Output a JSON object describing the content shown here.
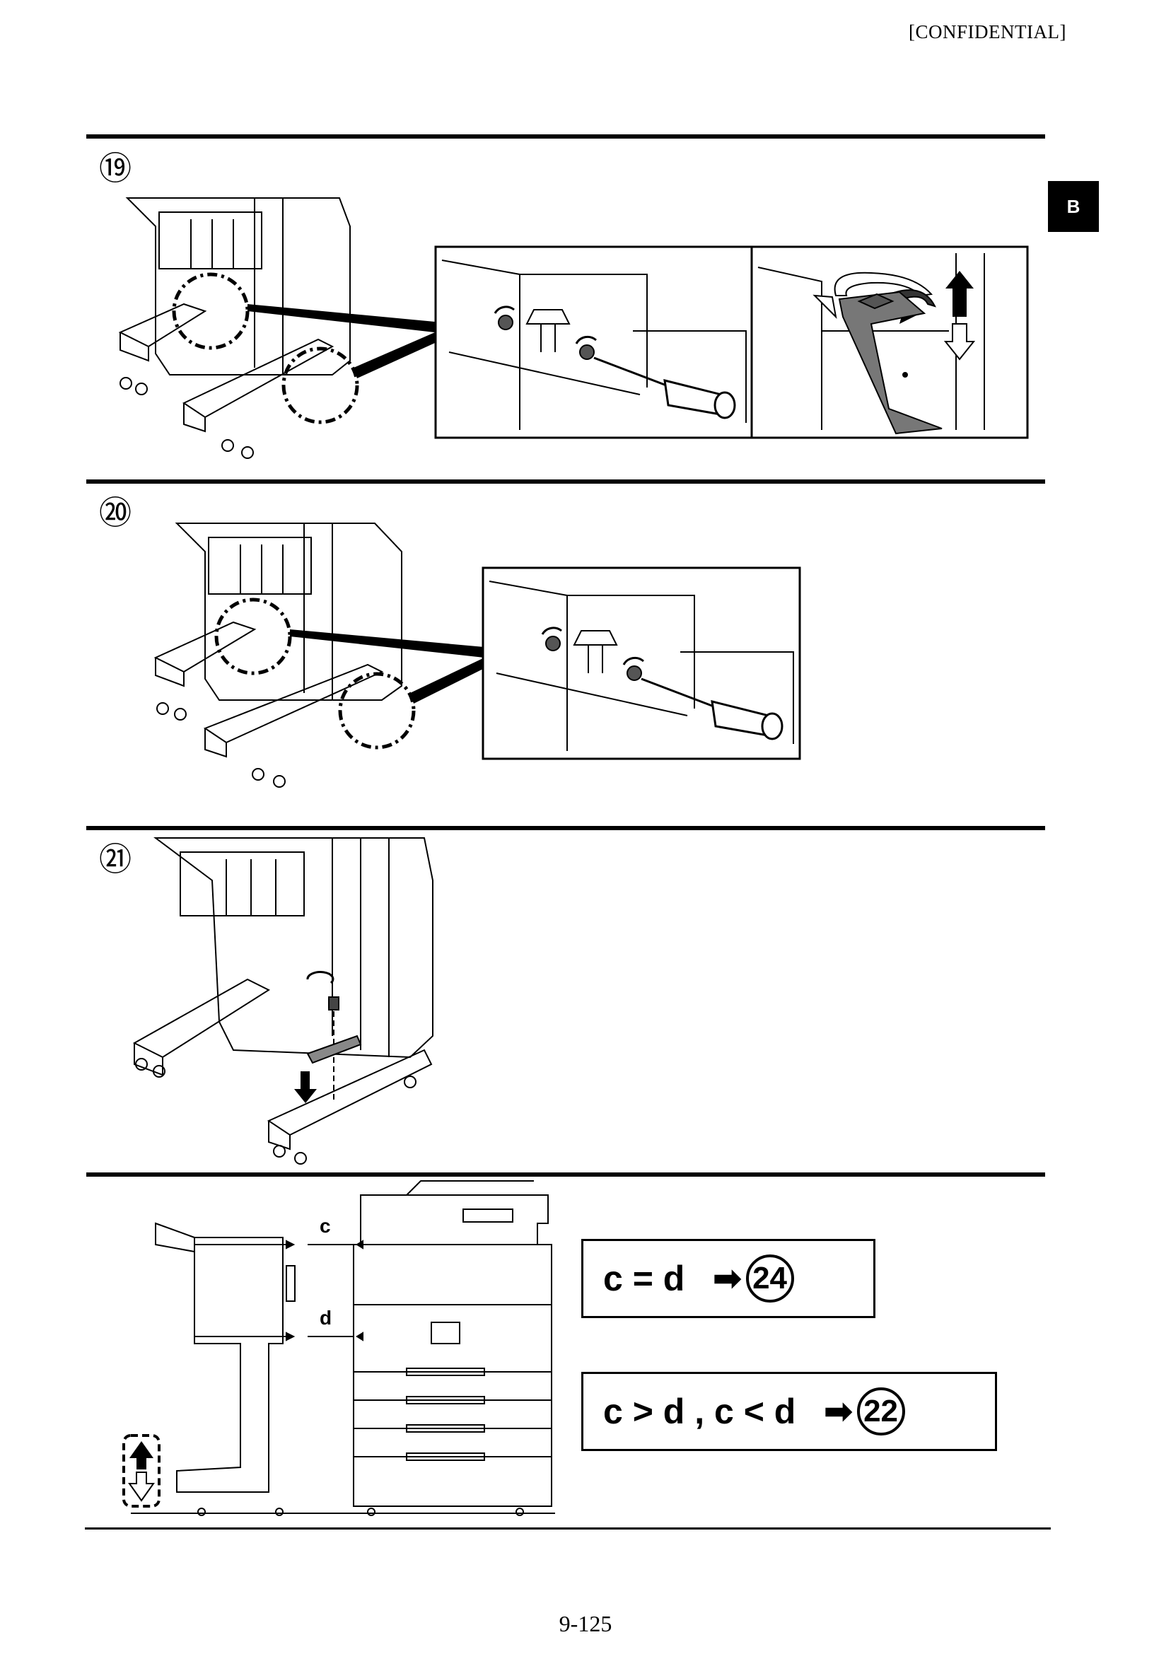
{
  "header": {
    "confidential": "[CONFIDENTIAL]"
  },
  "side_tab": {
    "label": "B"
  },
  "steps": [
    {
      "number": "⑲"
    },
    {
      "number": "⑳"
    },
    {
      "number": "㉑"
    }
  ],
  "comparison": {
    "label_c": "c",
    "label_d": "d",
    "box1": {
      "text": "c = d",
      "arrow": "➡",
      "target": "24"
    },
    "box2": {
      "text": "c > d , c < d",
      "arrow": "➡",
      "target": "22"
    }
  },
  "footer": {
    "page_number": "9-125"
  }
}
